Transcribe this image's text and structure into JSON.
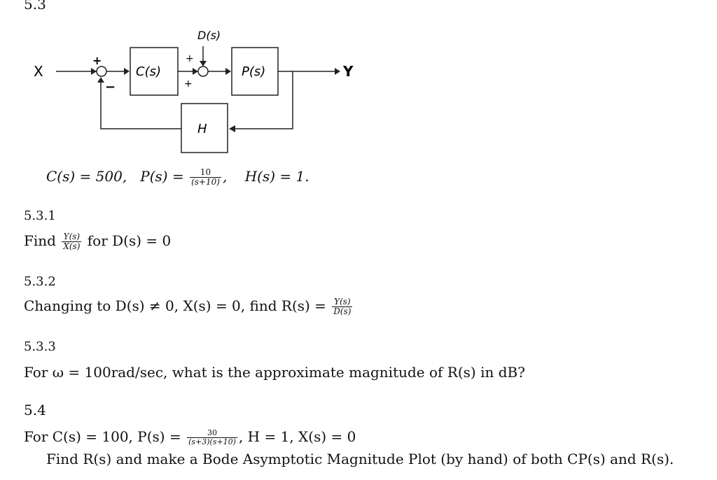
{
  "section_53": "5.3",
  "diagram": {
    "input_label": "X",
    "output_label": "Y",
    "controller_label": "C(s)",
    "plant_label": "P(s)",
    "feedback_label": "H",
    "disturbance_label": "D(s)",
    "sum1_top_sign": "+",
    "sum1_bottom_sign": "−",
    "sum2_top_sign": "+",
    "sum2_left_sign": "+"
  },
  "given": {
    "c_text": "C(s) = 500,",
    "p_lhs": "P(s) =",
    "p_num": "10",
    "p_den": "(s+10)",
    "p_comma": ",",
    "h_text": "H(s) = 1."
  },
  "q531": {
    "heading": "5.3.1",
    "find": "Find",
    "frac_num": "Y(s)",
    "frac_den": "X(s)",
    "rest": "for D(s) = 0"
  },
  "q532": {
    "heading": "5.3.2",
    "text": "Changing to D(s) ≠ 0,   X(s) = 0, find R(s) =",
    "frac_num": "Y(s)",
    "frac_den": "D(s)"
  },
  "q533": {
    "heading": "5.3.3",
    "text": "For ω = 100rad/sec, what is the approximate magnitude of R(s) in dB?"
  },
  "section_54": "5.4",
  "q54": {
    "line1_a": "For C(s) = 100,   P(s) =",
    "p_num": "30",
    "p_den": "(s+3)(s+10)",
    "line1_b": ",   H = 1,   X(s) = 0",
    "line2": "Find R(s) and make a Bode Asymptotic Magnitude Plot (by hand) of both CP(s) and R(s)."
  }
}
